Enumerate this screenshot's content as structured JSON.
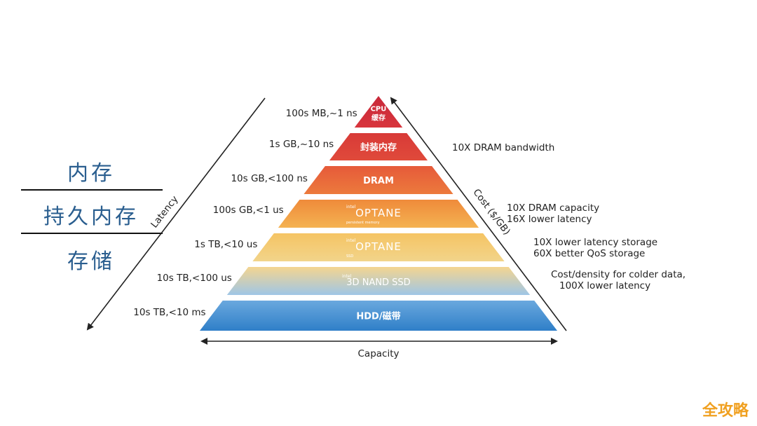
{
  "side_labels": [
    "内存",
    "持久内存",
    "存储"
  ],
  "axes": {
    "latency": "Latency",
    "cost": "Cost ($/GB)",
    "capacity": "Capacity"
  },
  "tiers": [
    {
      "name": "CPU",
      "name2": "缓存",
      "left_note": "100s MB,~1 ns",
      "color_top": "#c8283a",
      "color_bottom": "#d8353c"
    },
    {
      "name": "封装内存",
      "left_note": "1s GB,~10 ns",
      "color_top": "#d83a38",
      "color_bottom": "#e04a3a"
    },
    {
      "name": "DRAM",
      "left_note": "10s GB,<100 ns",
      "color_top": "#e65a3a",
      "color_bottom": "#ec7a3c"
    },
    {
      "brand_small": "intel",
      "brand": "OPTANE",
      "brand_sub": "persistent memory",
      "left_note": "100s GB,<1 us",
      "color_top": "#ef8a3a",
      "color_bottom": "#f4b252"
    },
    {
      "brand_small": "intel",
      "brand": "OPTANE",
      "brand_sub": "SSD",
      "left_note": "1s TB,<10 us",
      "color_top": "#f5c464",
      "color_bottom": "#f2d48a"
    },
    {
      "brand_small": "intel",
      "brand": "3D NAND SSD",
      "left_note": "10s TB,<100 us",
      "color_top": "#f4d590",
      "color_bottom": "#9fc6e6"
    },
    {
      "name": "HDD/磁带",
      "left_note": "10s TB,<10 ms",
      "color_top": "#6aa8de",
      "color_bottom": "#2f7fc8"
    }
  ],
  "right_notes": [
    [
      "10X DRAM bandwidth"
    ],
    [
      "10X DRAM capacity",
      "16X lower latency"
    ],
    [
      "10X lower latency storage",
      "60X better QoS storage"
    ],
    [
      "Cost/density for colder data,",
      "100X lower latency"
    ]
  ],
  "watermark": "全攻略"
}
